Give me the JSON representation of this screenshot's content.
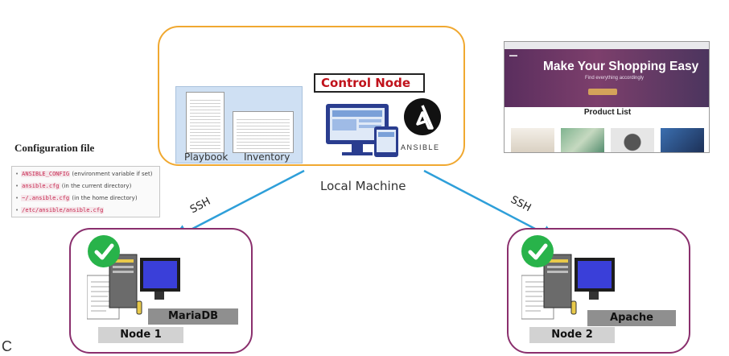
{
  "local_machine": {
    "label": "Local Machine",
    "control_node_label": "Control Node",
    "playbook_label": "Playbook",
    "inventory_label": "Inventory",
    "ansible_text": "ANSIBLE"
  },
  "website": {
    "hero_title": "Make Your Shopping Easy",
    "hero_subtitle": "Find everything accordingly",
    "product_list_title": "Product List"
  },
  "config": {
    "title": "Configuration file",
    "items": [
      {
        "code": "ANSIBLE_CONFIG",
        "note": "(environment variable if set)"
      },
      {
        "code": "ansible.cfg",
        "note": "(in the current directory)"
      },
      {
        "code": "~/.ansible.cfg",
        "note": "(in the home directory)"
      },
      {
        "code": "/etc/ansible/ansible.cfg",
        "note": ""
      }
    ]
  },
  "connections": {
    "ssh_left": "SSH",
    "ssh_right": "SSH"
  },
  "nodes": [
    {
      "label": "Node 1",
      "service": "MariaDB"
    },
    {
      "label": "Node 2",
      "service": "Apache"
    }
  ],
  "stray_text": "C",
  "colors": {
    "local_border": "#f0a830",
    "node_border": "#8a2f6d",
    "arrow": "#2e9fd9",
    "control_text": "#c0121b",
    "check": "#28b34a"
  }
}
